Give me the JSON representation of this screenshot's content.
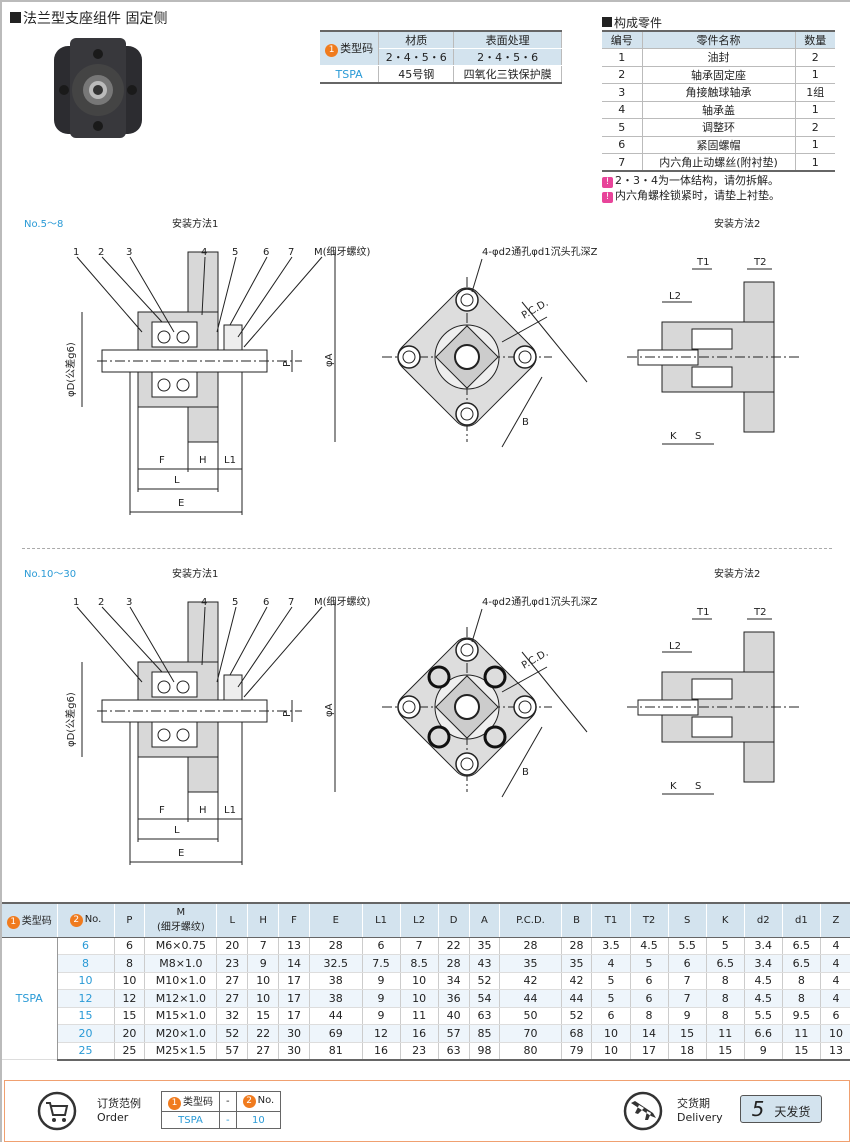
{
  "title": "法兰型支座组件 固定侧",
  "material_table": {
    "type_code_label": "类型码",
    "headers": [
      "材质",
      "表面处理"
    ],
    "sub": [
      "2・4・5・6",
      "2・4・5・6"
    ],
    "row": {
      "code": "TSPA",
      "material": "45号钢",
      "treatment": "四氧化三铁保护膜"
    }
  },
  "parts": {
    "title": "构成零件",
    "headers": [
      "编号",
      "零件名称",
      "数量"
    ],
    "rows": [
      [
        "1",
        "油封",
        "2"
      ],
      [
        "2",
        "轴承固定座",
        "1"
      ],
      [
        "3",
        "角接触球轴承",
        "1组"
      ],
      [
        "4",
        "轴承盖",
        "1"
      ],
      [
        "5",
        "调整环",
        "2"
      ],
      [
        "6",
        "紧固螺帽",
        "1"
      ],
      [
        "7",
        "内六角止动螺丝(附衬垫)",
        "1"
      ]
    ],
    "notes": [
      "2・3・4为一体结构，请勿拆解。",
      "内六角螺栓锁紧时，请垫上衬垫。"
    ]
  },
  "diagrams": [
    {
      "range": "No.5～8",
      "method1": "安装方法1",
      "method2": "安装方法2",
      "labels": {
        "p1": "1",
        "p2": "2",
        "p3": "3",
        "p4": "4",
        "p5": "5",
        "p6": "6",
        "p7": "7",
        "m": "M(细牙螺纹)",
        "d": "φD(公差g6)",
        "p": "P",
        "a": "φA",
        "f": "F",
        "h": "H",
        "l1": "L1",
        "l": "L",
        "e": "E",
        "holes": "4-φd2通孔φd1沉头孔深Z",
        "pcd": "P.C.D.",
        "b": "B",
        "t1": "T1",
        "t2": "T2",
        "l2": "L2",
        "k": "K",
        "s": "S"
      }
    },
    {
      "range": "No.10～30",
      "method1": "安装方法1",
      "method2": "安装方法2",
      "labels": {
        "p1": "1",
        "p2": "2",
        "p3": "3",
        "p4": "4",
        "p5": "5",
        "p6": "6",
        "p7": "7",
        "m": "M(细牙螺纹)",
        "d": "φD(公差g6)",
        "p": "P",
        "a": "φA",
        "f": "F",
        "h": "H",
        "l1": "L1",
        "l": "L",
        "e": "E",
        "holes": "4-φd2通孔φd1沉头孔深Z",
        "pcd": "P.C.D.",
        "b": "B",
        "t1": "T1",
        "t2": "T2",
        "l2": "L2",
        "k": "K",
        "s": "S"
      }
    }
  ],
  "spec": {
    "type_code_label": "类型码",
    "no_label": "No.",
    "headers": [
      "P",
      "M\n(细牙螺纹)",
      "L",
      "H",
      "F",
      "E",
      "L1",
      "L2",
      "D",
      "A",
      "P.C.D.",
      "B",
      "T1",
      "T2",
      "S",
      "K",
      "d2",
      "d1",
      "Z"
    ],
    "type_code": "TSPA",
    "rows": [
      [
        "6",
        "6",
        "M6×0.75",
        "20",
        "7",
        "13",
        "28",
        "6",
        "7",
        "22",
        "35",
        "28",
        "28",
        "3.5",
        "4.5",
        "5.5",
        "5",
        "3.4",
        "6.5",
        "4"
      ],
      [
        "8",
        "8",
        "M8×1.0",
        "23",
        "9",
        "14",
        "32.5",
        "7.5",
        "8.5",
        "28",
        "43",
        "35",
        "35",
        "4",
        "5",
        "6",
        "6.5",
        "3.4",
        "6.5",
        "4"
      ],
      [
        "10",
        "10",
        "M10×1.0",
        "27",
        "10",
        "17",
        "38",
        "9",
        "10",
        "34",
        "52",
        "42",
        "42",
        "5",
        "6",
        "7",
        "8",
        "4.5",
        "8",
        "4"
      ],
      [
        "12",
        "12",
        "M12×1.0",
        "27",
        "10",
        "17",
        "38",
        "9",
        "10",
        "36",
        "54",
        "44",
        "44",
        "5",
        "6",
        "7",
        "8",
        "4.5",
        "8",
        "4"
      ],
      [
        "15",
        "15",
        "M15×1.0",
        "32",
        "15",
        "17",
        "44",
        "9",
        "11",
        "40",
        "63",
        "50",
        "52",
        "6",
        "8",
        "9",
        "8",
        "5.5",
        "9.5",
        "6"
      ],
      [
        "20",
        "20",
        "M20×1.0",
        "52",
        "22",
        "30",
        "69",
        "12",
        "16",
        "57",
        "85",
        "70",
        "68",
        "10",
        "14",
        "15",
        "11",
        "6.6",
        "11",
        "10"
      ],
      [
        "25",
        "25",
        "M25×1.5",
        "57",
        "27",
        "30",
        "81",
        "16",
        "23",
        "63",
        "98",
        "80",
        "79",
        "10",
        "17",
        "18",
        "15",
        "9",
        "15",
        "13"
      ]
    ]
  },
  "order": {
    "label_cn": "订货范例",
    "label_en": "Order",
    "type_code_label": "类型码",
    "dash": "-",
    "no_label": "No.",
    "code": "TSPA",
    "no": "10"
  },
  "delivery": {
    "label_cn": "交货期",
    "label_en": "Delivery",
    "days": "5",
    "unit": "天发货"
  }
}
